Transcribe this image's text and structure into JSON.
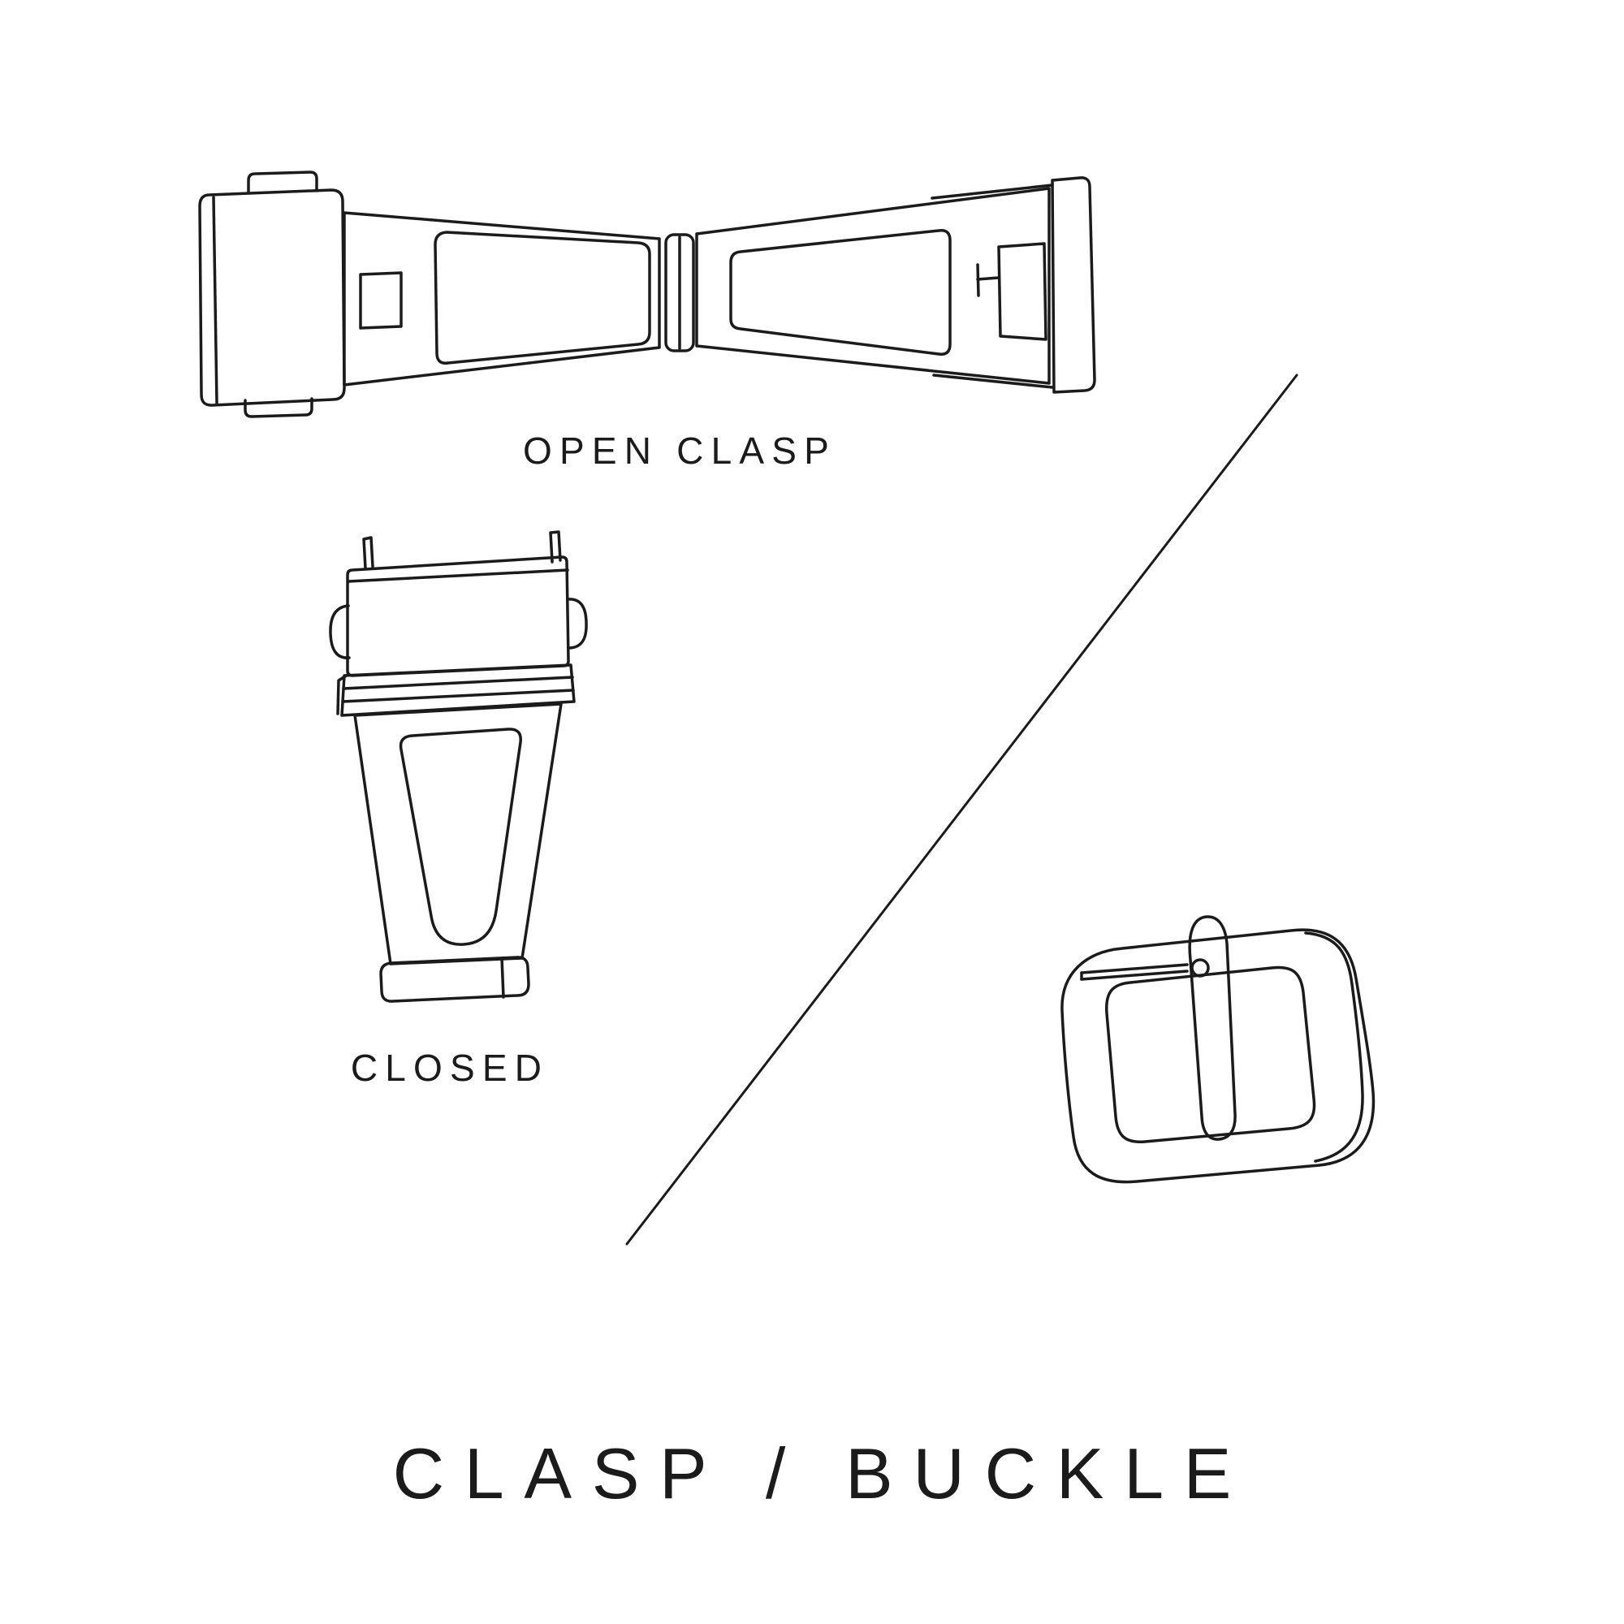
{
  "theme": {
    "background": "#ffffff",
    "ink": "#1b1b1b"
  },
  "labels": {
    "open_clasp": "OPEN CLASP",
    "closed": "CLOSED"
  },
  "title": "CLASP / BUCKLE",
  "illustrations": {
    "open_clasp": "open deployant clasp, line drawing, top view",
    "closed_clasp": "closed deployant clasp, line drawing, top view",
    "buckle": "tang buckle with pin, line drawing, perspective view",
    "divider": "diagonal divider line"
  }
}
